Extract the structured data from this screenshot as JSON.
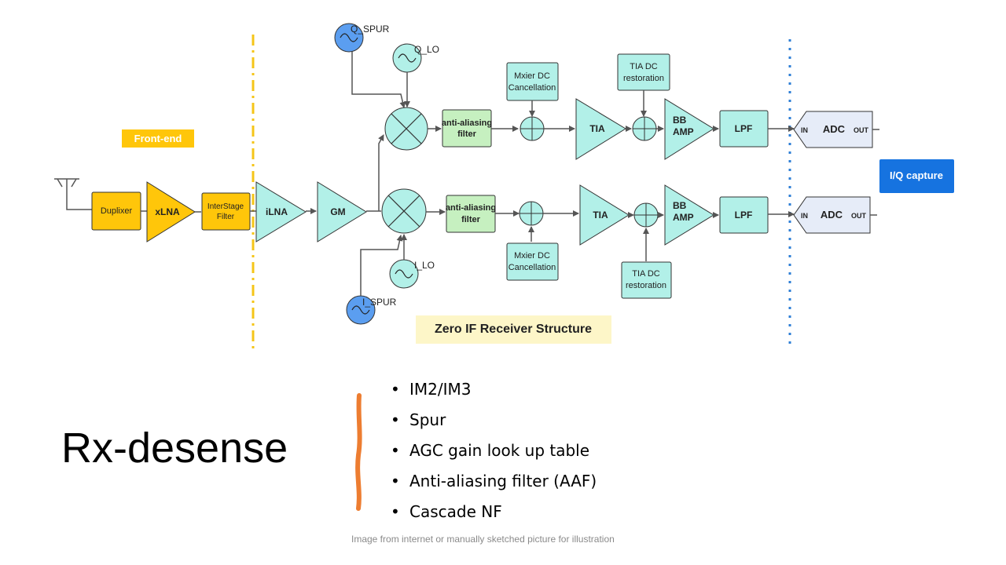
{
  "diagram": {
    "front_end_label": "Front-end",
    "duplexer": "Duplixer",
    "xlna": "xLNA",
    "interstage_line1": "InterStage",
    "interstage_line2": "Filter",
    "ilna": "iLNA",
    "gm": "GM",
    "q_spur": "Q_SPUR",
    "q_lo": "Q_LO",
    "i_spur": "I_SPUR",
    "i_lo": "I_LO",
    "aaf_line1": "anti-aliasing",
    "aaf_line2": "filter",
    "mixer_dc_line1": "Mxier DC",
    "mixer_dc_line2": "Cancellation",
    "tia": "TIA",
    "tia_dc_line1": "TIA DC",
    "tia_dc_line2": "restoration",
    "bb_line1": "BB",
    "bb_line2": "AMP",
    "lpf": "LPF",
    "adc": "ADC",
    "adc_in": "IN",
    "adc_out": "OUT",
    "iq_capture": "I/Q capture",
    "structure_title": "Zero IF Receiver Structure"
  },
  "slide": {
    "title": "Rx-desense",
    "bullets": [
      "IM2/IM3",
      "Spur",
      "AGC gain look up table",
      "Anti-aliasing filter (AAF)",
      "Cascade NF"
    ],
    "caption": "Image from internet or manually sketched picture for illustration"
  },
  "colors": {
    "yellow": "#ffc60a",
    "teal": "#b2f0e8",
    "green": "#c6f0c0",
    "blue": "#5b9ef0",
    "adc": "#e6ecf8",
    "iq": "#1673e0",
    "bracket": "#ed7d31"
  }
}
